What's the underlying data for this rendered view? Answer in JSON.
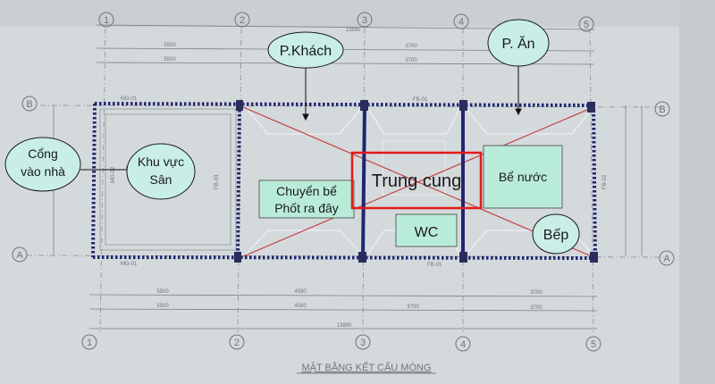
{
  "title": "MẶT BẰNG KẾT CẤU MÓNG",
  "grid_columns": [
    "1",
    "2",
    "3",
    "4",
    "5"
  ],
  "grid_rows": [
    "B",
    "A"
  ],
  "dimensions": {
    "top_total": "13890",
    "top_row1": [
      "5500",
      "3700",
      "3700"
    ],
    "top_row2": [
      "5500",
      "3700",
      "3700"
    ],
    "bottom_row1": [
      "5500",
      "4580",
      "3700"
    ],
    "bottom_row2": [
      "5500",
      "4580",
      "3700",
      "3700"
    ],
    "bottom_total": "13890"
  },
  "beam_labels": {
    "top": "MG-01",
    "bottom": "MG-01",
    "left_vertical": "MG-02",
    "fb03": "FB-03",
    "fb02": "FB-02",
    "fb01_top": "FB-01",
    "fb01_bottom": "FB-01"
  },
  "callouts": {
    "p_khach": "P.Khách",
    "p_an": "P. Ăn",
    "cong_line1": "Cổng",
    "cong_line2": "vào nhà",
    "khu_vuc_line1": "Khu vực",
    "khu_vuc_line2": "Sân",
    "bep": "Bếp",
    "chuyen_be_line1": "Chuyển bể",
    "chuyen_be_line2": "Phốt ra đây",
    "trung_cung": "Trung cung",
    "wc": "WC",
    "be_nuoc": "Bể nước"
  },
  "colors": {
    "paper": "#d4d9dc",
    "cad_line": "#7c8287",
    "beam_dots": "#1e2670",
    "bubble_fill": "#c8eee6",
    "box_fill": "#b9ecd8",
    "trung_cung_border": "#e21b1b",
    "cross_line": "#c23a3a"
  }
}
